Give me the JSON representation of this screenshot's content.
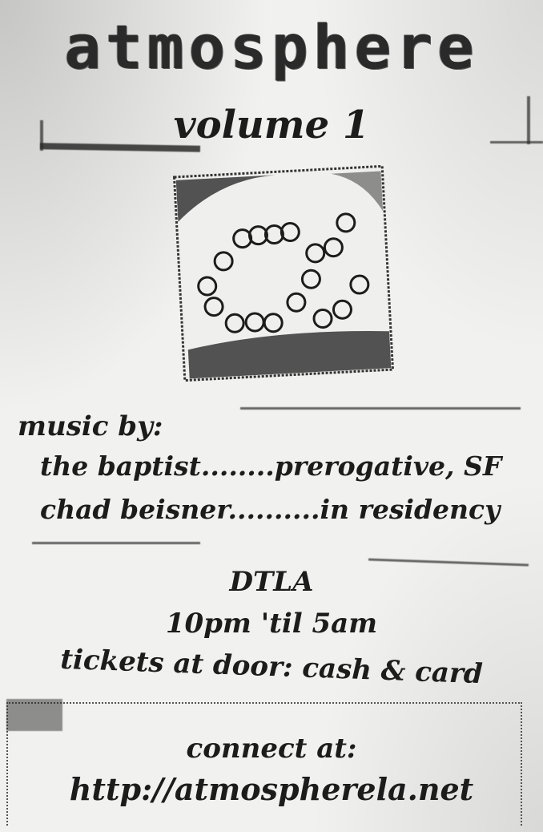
{
  "flyer": {
    "title": "atmosphere",
    "subtitle": "volume 1",
    "artwork_icon": "circle-pattern-artwork",
    "music_heading": "music by:",
    "lineup": [
      "the baptist........prerogative, SF",
      "chad beisner..........in residency"
    ],
    "location": "DTLA",
    "hours": "10pm 'til 5am",
    "tickets": "tickets at door: cash & card",
    "connect_label": "connect at:",
    "url": "http://atmospherela.net"
  },
  "colors": {
    "paper": "#f1f1ef",
    "ink": "#1c1c1c"
  }
}
